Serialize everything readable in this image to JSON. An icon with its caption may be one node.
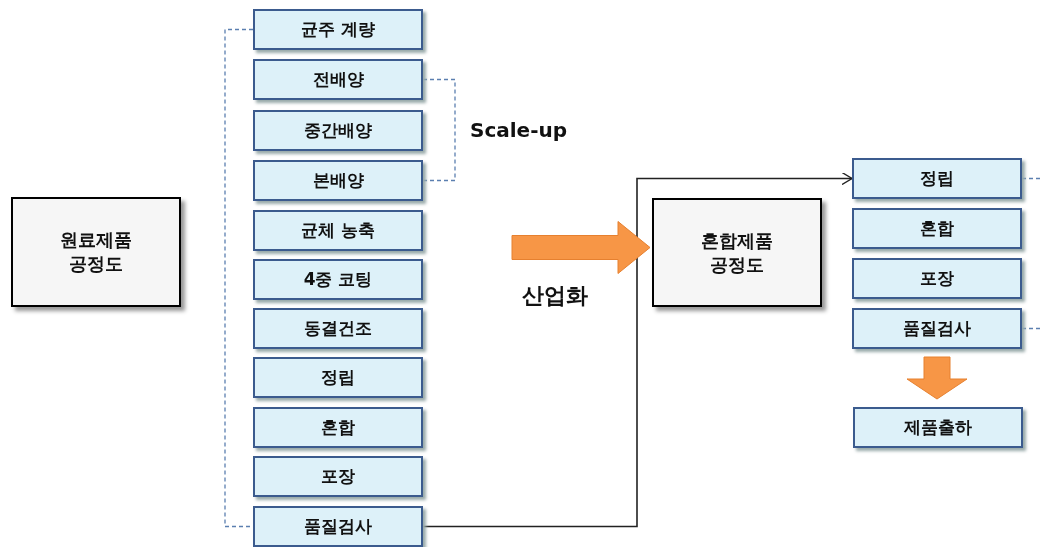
{
  "diagram": {
    "nodes": [
      {
        "text": [
          "원료제품 공정도"
        ]
      },
      {
        "text": [
          "균주 계량"
        ]
      },
      {
        "text": [
          "전배양"
        ]
      },
      {
        "text": [
          "중간배양"
        ]
      },
      {
        "text": [
          "본배양"
        ]
      },
      {
        "text": [
          "균체 농축"
        ]
      },
      {
        "text": [
          "4중 코팅"
        ]
      },
      {
        "text": [
          "동결건조"
        ]
      },
      {
        "text": [
          "정립"
        ]
      },
      {
        "text": [
          "혼합"
        ]
      },
      {
        "text": [
          "포장"
        ]
      },
      {
        "text": [
          "품질검사"
        ]
      },
      {
        "text": [
          "혼합제품 공정도"
        ]
      },
      {
        "text": [
          "정립"
        ]
      },
      {
        "text": [
          "혼합"
        ]
      },
      {
        "text": [
          "포장"
        ]
      },
      {
        "text": [
          "품질검사"
        ]
      },
      {
        "text": [
          "제품출하"
        ]
      }
    ],
    "edges": [
      {
        "from": 1,
        "to": 11,
        "arrow": "none",
        "style": "dashed",
        "color": "#5b7fb0"
      },
      {
        "from": 2,
        "to": 4,
        "arrow": "none",
        "style": "dashed",
        "color": "#5b7fb0"
      },
      {
        "from": 11,
        "to": 13,
        "arrow": "to",
        "color": "#222222"
      },
      {
        "from": null,
        "to": 12,
        "arrow": "to",
        "style": "thick",
        "color": "#f79646",
        "label": "산업화"
      },
      {
        "from": 16,
        "to": 17,
        "arrow": "to",
        "style": "thick",
        "color": "#f79646"
      },
      {
        "from": 13,
        "to": 16,
        "arrow": "none",
        "style": "dashed",
        "color": "#5b7fb0"
      }
    ],
    "labels": [
      "Scale-up"
    ]
  }
}
